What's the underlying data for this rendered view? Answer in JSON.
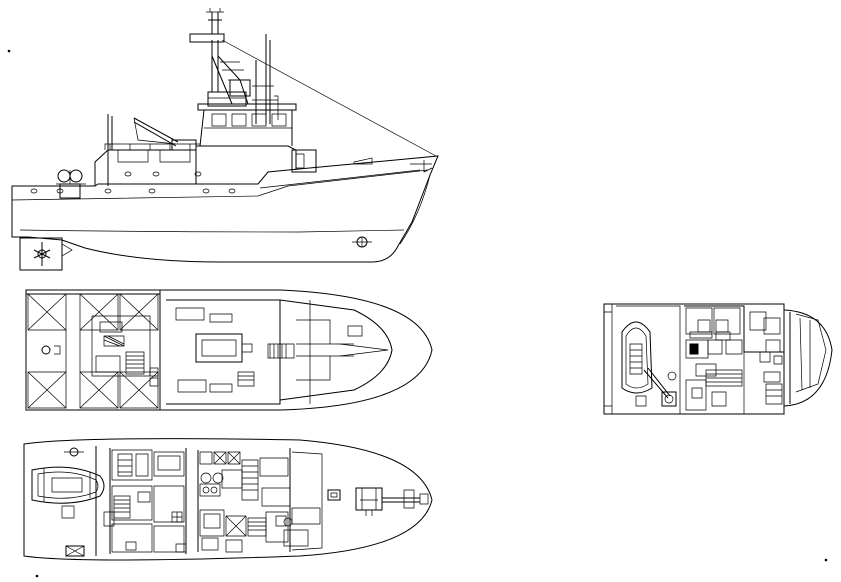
{
  "drawing": {
    "views": [
      {
        "id": "profile",
        "items": [
          "hull",
          "superstructure",
          "wheelhouse",
          "mast",
          "crane-boom",
          "forestay",
          "propeller",
          "bow-thruster"
        ]
      },
      {
        "id": "main-deck-plan",
        "items": [
          "aft-deck",
          "engine-room",
          "bow"
        ]
      },
      {
        "id": "upper-deck-plan",
        "items": [
          "rescue-boat",
          "rooms",
          "anchor-winch"
        ]
      },
      {
        "id": "bridge-deck-plan",
        "items": [
          "rescue-boat",
          "davit",
          "wheelhouse"
        ]
      }
    ],
    "line_color": "#000000",
    "background_color": "#ffffff"
  }
}
